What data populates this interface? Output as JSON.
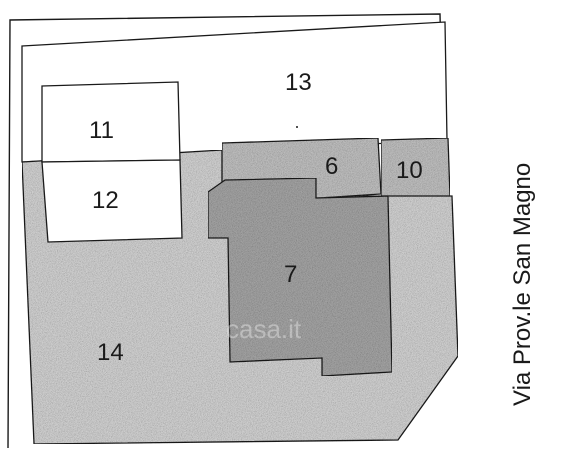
{
  "map": {
    "street_label": "Via Prov.le San Magno",
    "watermark_text": "casa.it",
    "parcels": {
      "p6": "6",
      "p7": "7",
      "p10": "10",
      "p11": "11",
      "p12": "12",
      "p13": "13",
      "p14": "14"
    },
    "colors": {
      "paper": "#ffffff",
      "ink": "#1a1a1a",
      "light_gray_fill": "#cfcfcf",
      "medium_gray_fill": "#b9b9b9",
      "dark_gray_fill": "#9d9d9d",
      "white_fill": "#ffffff"
    }
  }
}
